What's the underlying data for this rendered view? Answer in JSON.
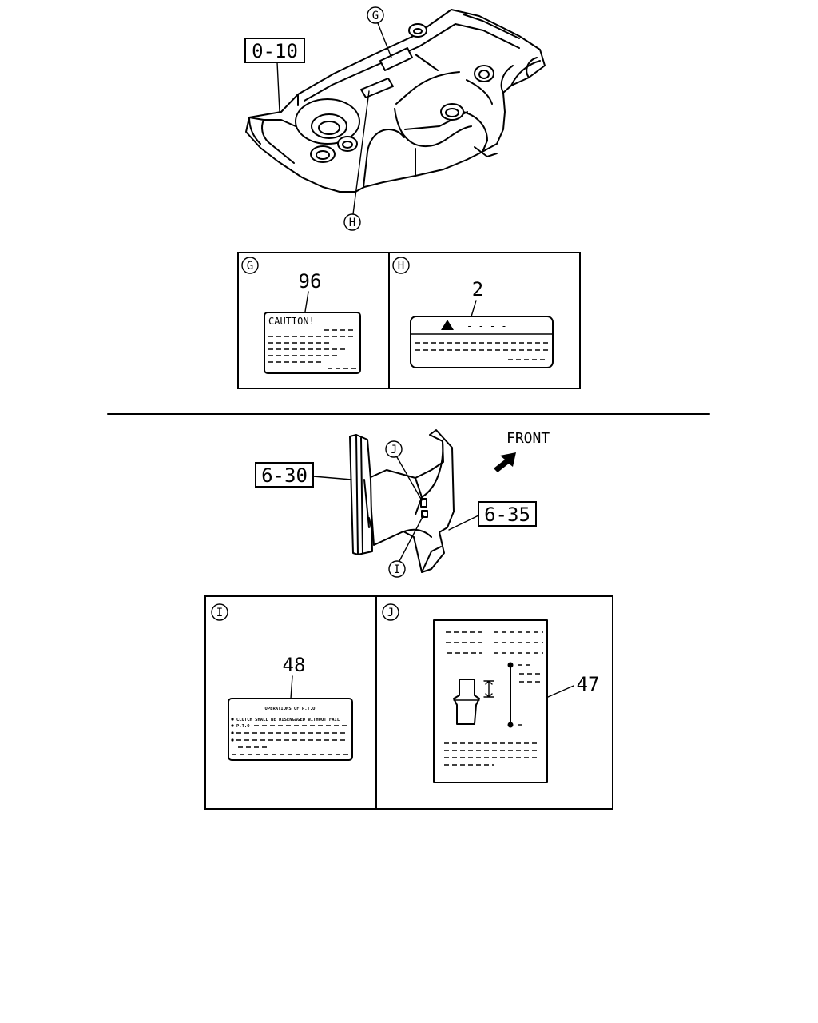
{
  "refs": {
    "top_left": "0-10",
    "middle_left": "6-30",
    "middle_right": "6-35"
  },
  "callouts": {
    "G": "G",
    "H": "H",
    "I": "I",
    "J": "J"
  },
  "front_label": "FRONT",
  "panels": {
    "g": {
      "part_no": "96",
      "label_title": "CAUTION!"
    },
    "h": {
      "part_no": "2",
      "label_title": "- - - -"
    },
    "i": {
      "part_no": "48",
      "label_title": "OPERATIONS OF P.T.O",
      "line1": "CLUTCH SHALL BE DISENGAGED WITHOUT FAIL",
      "line2": "P.T.O"
    },
    "j": {
      "part_no": "47"
    }
  }
}
